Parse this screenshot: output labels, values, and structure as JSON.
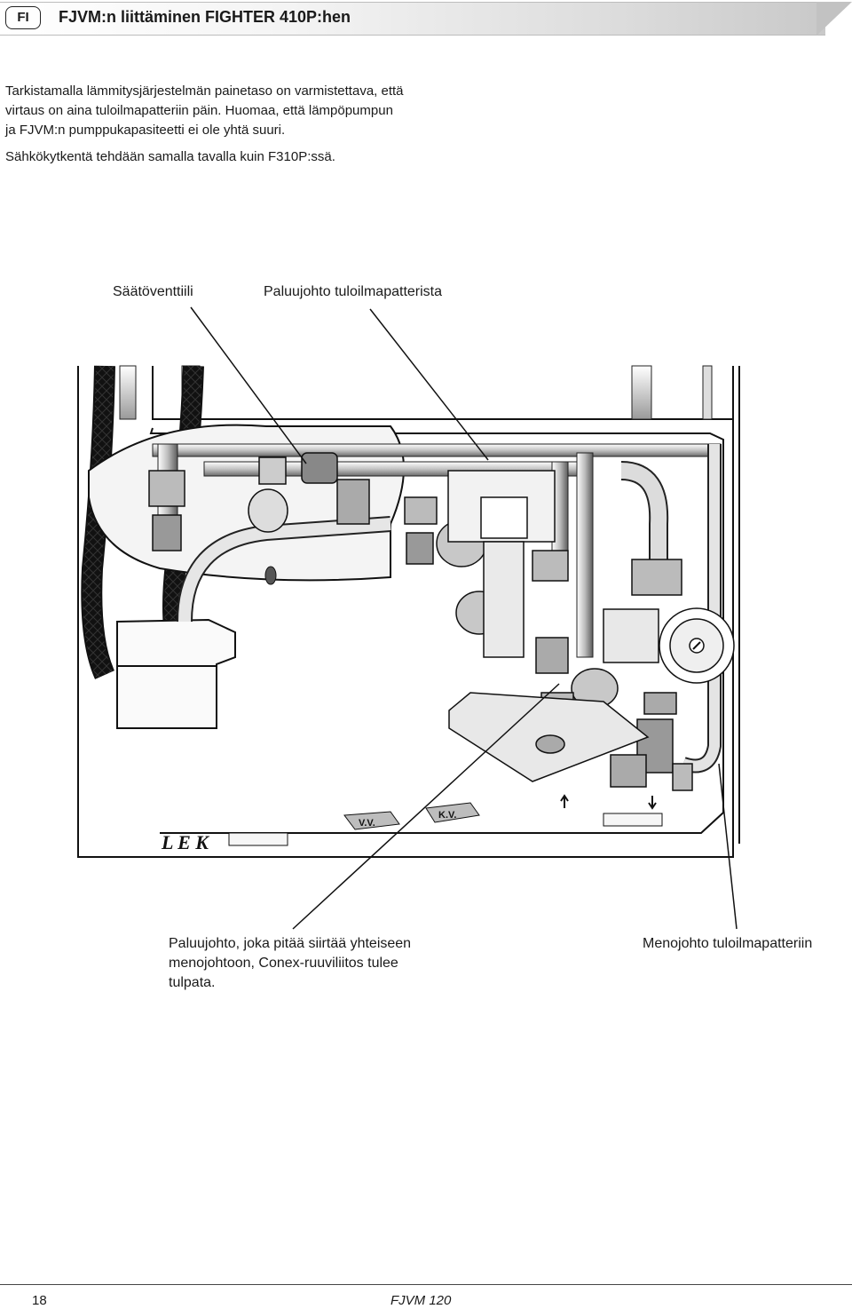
{
  "header": {
    "lang": "FI",
    "title": "FJVM:n liittäminen FIGHTER 410P:hen"
  },
  "body": {
    "paragraph1": "Tarkistamalla lämmitysjärjestelmän painetaso on varmistettava, että virtaus on aina tuloilmapatteriin päin. Huomaa, että lämpöpumpun ja FJVM:n pumppukapasiteetti ei ole yhtä suuri.",
    "paragraph2": "Sähkökytkentä tehdään samalla tavalla kuin F310P:ssä."
  },
  "diagram": {
    "label_valve": "Säätöventtiili",
    "label_return": "Paluujohto tuloilmapatterista",
    "label_move": "Paluujohto, joka pitää siirtää yhteiseen menojohtoon, Conex-ruuviliitos tulee tulpata.",
    "label_supply": "Menojohto tuloilmapatteriin",
    "marking_brand": "L E K",
    "marking_vv": "V.V.",
    "marking_kv": "K.V."
  },
  "footer": {
    "page": "18",
    "model": "FJVM 120"
  }
}
